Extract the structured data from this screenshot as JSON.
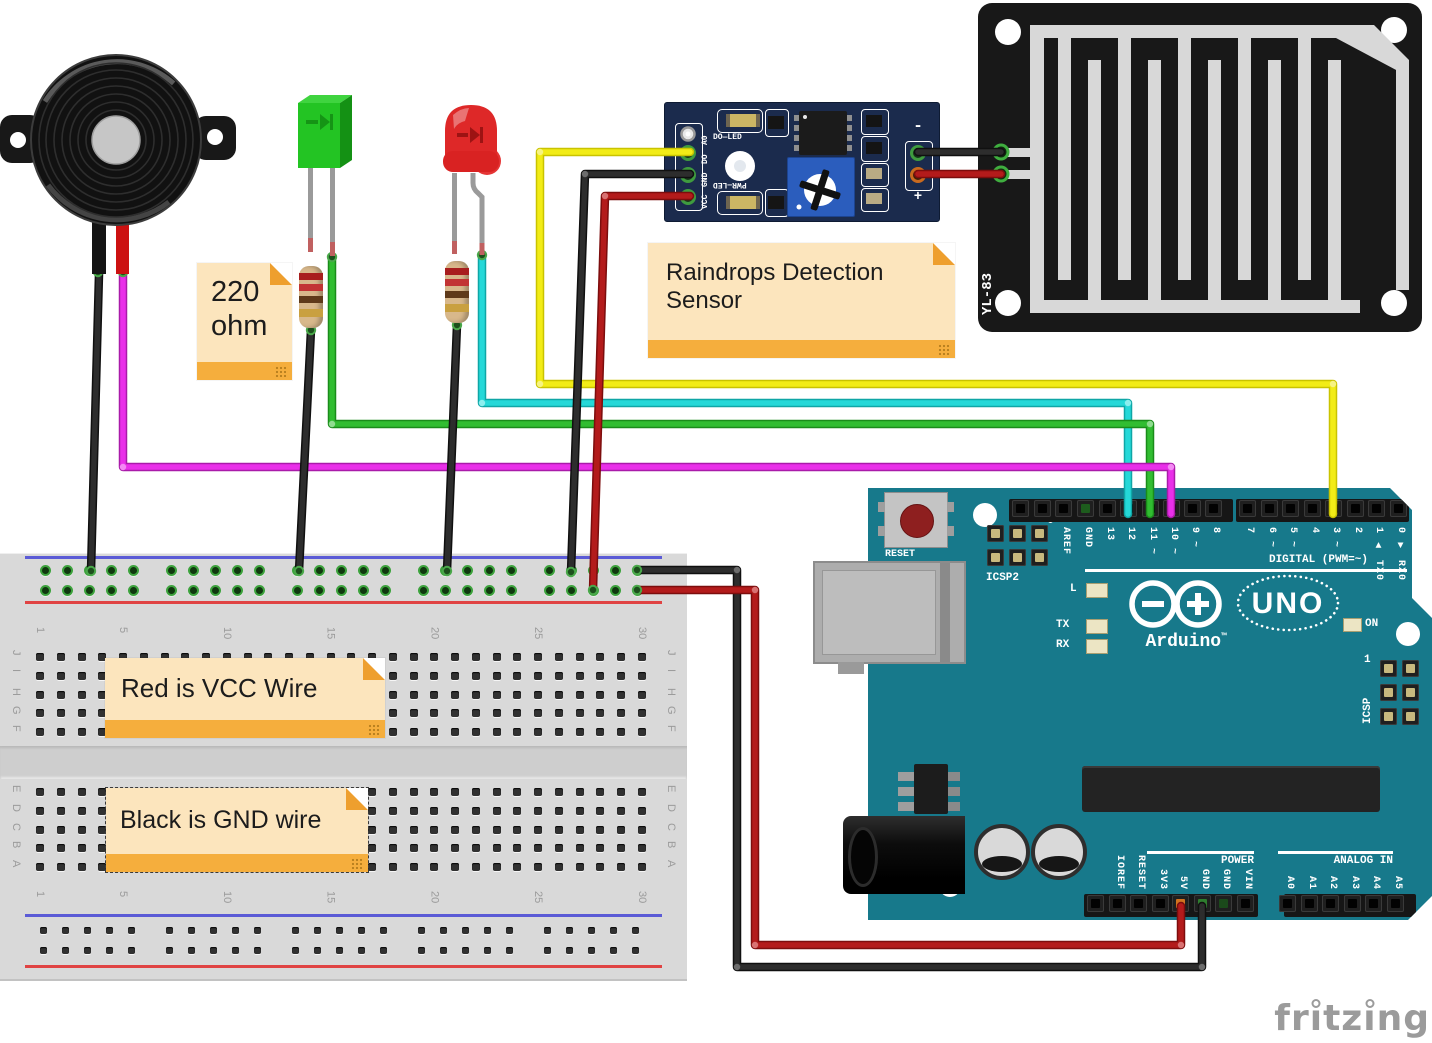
{
  "watermark": "fritzing",
  "notes": {
    "r220": {
      "lines": [
        "220",
        "ohm"
      ]
    },
    "sensor": {
      "lines": [
        "Raindrops Detection",
        "Sensor"
      ]
    },
    "vcc": {
      "lines": [
        "Red is VCC Wire"
      ]
    },
    "gnd": {
      "lines": [
        "Black is GND wire"
      ]
    }
  },
  "sensor_module": {
    "pins_left": [
      "A0",
      "DO",
      "GND",
      "VCC"
    ],
    "do_led": "DO—LED",
    "pwr_led": "PWR—LED",
    "minus": "-",
    "plus": "+"
  },
  "rain_plate": {
    "model": "YL-83"
  },
  "arduino": {
    "reset_label": "RESET",
    "icsp2_label": "ICSP2",
    "icsp_label": "ICSP",
    "icsp_pin1": "1",
    "digital_caption": "DIGITAL (PWM=~)",
    "power_caption": "POWER",
    "analog_caption": "ANALOG IN",
    "brand": "Arduino",
    "brand_tm": "™",
    "model": "UNO",
    "led_labels": {
      "l": "L",
      "tx": "TX",
      "rx": "RX",
      "on": "ON"
    },
    "digital_left": [
      "",
      "",
      "AREF",
      "GND",
      "13",
      "12",
      "11 ~",
      "10 ~",
      "9 ~",
      "8"
    ],
    "digital_right": [
      "7",
      "6 ~",
      "5 ~",
      "4",
      "3 ~",
      "2",
      "1 ▲ TX0",
      "0 ▼ RX0"
    ],
    "power_pins": [
      "",
      "IOREF",
      "RESET",
      "3V3",
      "5V",
      "GND",
      "GND",
      "VIN"
    ],
    "analog_pins": [
      "A0",
      "A1",
      "A2",
      "A3",
      "A4",
      "A5"
    ]
  },
  "breadboard": {
    "numbers": [
      "1",
      "5",
      "10",
      "15",
      "20",
      "25",
      "30"
    ],
    "letters_top": [
      "J",
      "I",
      "H",
      "G",
      "F"
    ],
    "letters_bottom": [
      "E",
      "D",
      "C",
      "B",
      "A"
    ]
  },
  "colors": {
    "arduino_teal": "#17798b",
    "breadboard_gray": "#d9d9d9",
    "sensor_navy": "#1b2b4d",
    "note_bg": "#fce5bd",
    "note_strip": "#f5ae3d",
    "note_fold": "#ee9f2e",
    "watermark_gray": "#9b9b9b",
    "rail_blue": "#5b5bd6",
    "rail_red": "#e04343",
    "wires": {
      "yellow": {
        "core": "#f2ec17",
        "out": "#c9c300",
        "bend": "#f7f382"
      },
      "cyan": {
        "core": "#25d8d8",
        "out": "#0fa6a6",
        "bend": "#8ceeee"
      },
      "green": {
        "core": "#31bd31",
        "out": "#1a8c1a",
        "bend": "#8fdc8f"
      },
      "magenta": {
        "core": "#e92fe9",
        "out": "#a91ba9",
        "bend": "#f489f4"
      },
      "red": {
        "core": "#b31b1b",
        "out": "#7c0d0d",
        "bend": "#d87272"
      },
      "black": {
        "core": "#2d2d2d",
        "out": "#101010",
        "bend": "#6d6d6d"
      }
    }
  }
}
